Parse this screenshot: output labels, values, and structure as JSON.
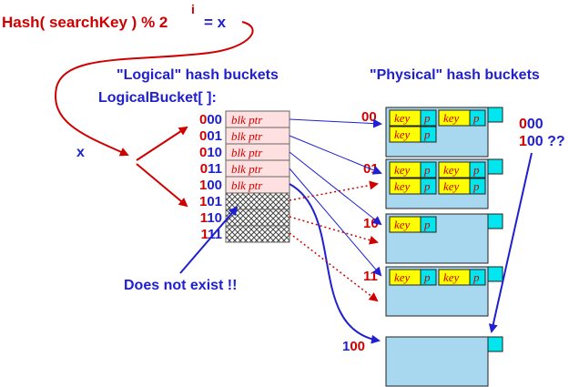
{
  "formula": {
    "left": "Hash( searchKey ) % 2",
    "superscript": "i",
    "right": "= x"
  },
  "x_label": "x",
  "logical_title": "\"Logical\" hash buckets",
  "physical_title": "\"Physical\" hash buckets",
  "array_label": "LogicalBucket[ ]:",
  "logical_rows": [
    {
      "bits": [
        "0",
        "00"
      ],
      "colors": [
        "#d00000",
        "#2020d0"
      ],
      "cell": "blk ptr"
    },
    {
      "bits": [
        "0",
        "01"
      ],
      "colors": [
        "#d00000",
        "#2020d0"
      ],
      "cell": "blk ptr"
    },
    {
      "bits": [
        "0",
        "10"
      ],
      "colors": [
        "#d00000",
        "#2020d0"
      ],
      "cell": "blk ptr"
    },
    {
      "bits": [
        "0",
        "11"
      ],
      "colors": [
        "#d00000",
        "#2020d0"
      ],
      "cell": "blk ptr"
    },
    {
      "bits": [
        "1",
        "00"
      ],
      "colors": [
        "#d00000",
        "#2020d0"
      ],
      "cell": "blk ptr"
    },
    {
      "bits": [
        "1",
        "01"
      ],
      "colors": [
        "#d00000",
        "#2020d0"
      ],
      "cell": ""
    },
    {
      "bits": [
        "1",
        "10"
      ],
      "colors": [
        "#d00000",
        "#2020d0"
      ],
      "cell": ""
    },
    {
      "bits": [
        "1",
        "11"
      ],
      "colors": [
        "#d00000",
        "#2020d0"
      ],
      "cell": ""
    }
  ],
  "physical_labels": [
    "00",
    "01",
    "10",
    "11",
    "100"
  ],
  "entry_key": "key",
  "entry_ptr": "p",
  "side_note": {
    "line1": "000",
    "line2": "100",
    "suffix": " ??"
  },
  "does_not_exist": "Does not exist !!",
  "colors": {
    "red": "#d00000",
    "blue": "#2020d0",
    "bucket_fill": "#a8d8f0",
    "tab_fill": "#00e5ee",
    "key_fill": "#ffff00",
    "cell_fill": "#ffe0e0"
  }
}
